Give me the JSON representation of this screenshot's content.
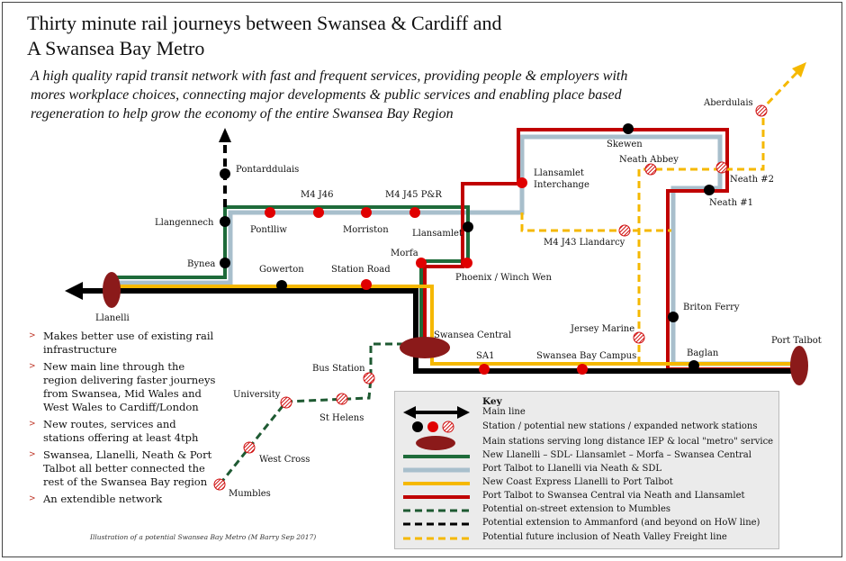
{
  "title_line1": "Thirty minute rail journeys between Swansea & Cardiff and",
  "title_line2": "A Swansea Bay Metro",
  "subtitle": "A high quality rapid transit network with fast and frequent services, providing people & employers with mores workplace choices, connecting major developments & public services and enabling place based  regeneration to help grow the economy of the entire Swansea Bay Region",
  "stations": {
    "pontarddulais": "Pontarddulais",
    "llangennech": "Llangennech",
    "bynea": "Bynea",
    "llanelli": "Llanelli",
    "gowerton": "Gowerton",
    "station_road": "Station Road",
    "pontlliw": "Pontlliw",
    "m4_j46": "M4 J46",
    "morriston": "Morriston",
    "m4_j45": "M4 J45 P&R",
    "llansamlet": "Llansamlet",
    "llansamlet_interchange_1": "Llansamlet",
    "llansamlet_interchange_2": "Interchange",
    "skewen": "Skewen",
    "neath_abbey": "Neath Abbey",
    "aberdulais": "Aberdulais",
    "neath_2": "Neath #2",
    "neath_1": "Neath #1",
    "m4_j43": "M4 J43 Llandarcy",
    "morfa": "Morfa",
    "phoenix": "Phoenix / Winch Wen",
    "swansea_central": "Swansea Central",
    "sa1": "SA1",
    "swansea_bay_campus": "Swansea Bay Campus",
    "jersey_marine": "Jersey Marine",
    "briton_ferry": "Briton Ferry",
    "baglan": "Baglan",
    "port_talbot": "Port Talbot",
    "bus_station": "Bus Station",
    "university": "University",
    "st_helens": "St Helens",
    "west_cross": "West Cross",
    "mumbles": "Mumbles"
  },
  "bullets": [
    "Makes better use of existing rail infrastructure",
    "New main line through the region delivering faster journeys from Swansea, Mid Wales and West Wales to Cardiff/London",
    "New routes, services and stations  offering at least 4tph",
    "Swansea, Llanelli, Neath & Port Talbot all better connected the rest of the Swansea Bay region",
    "An extendible network"
  ],
  "bullet_marker": ">",
  "credit": "Illustration of a potential Swansea Bay Metro (M Barry Sep 2017)",
  "key": {
    "title": "Key",
    "items": [
      "Main line",
      "Station / potential new stations /  expanded network stations",
      "Main stations serving long distance IEP  & local \"metro\" service",
      "New Llanelli – SDL- Llansamlet – Morfa – Swansea Central",
      "Port Talbot   to Llanelli via Neath & SDL",
      "New Coast Express Llanelli to Port Talbot",
      "Port Talbot to Swansea Central via Neath and Llansamlet",
      "Potential on-street extension to Mumbles",
      "Potential extension to Ammanford (and beyond on HoW line)",
      "Potential future inclusion of Neath Valley Freight line"
    ]
  },
  "colors": {
    "main_line": "#000000",
    "green": "#1e6b3a",
    "grey_blue": "#a8bfcc",
    "yellow": "#f5b800",
    "red": "#c00000",
    "dark_green": "#1e5a32",
    "freight": "#f5b800",
    "main_station": "#8b1a1a",
    "key_bg": "#ebebeb"
  }
}
